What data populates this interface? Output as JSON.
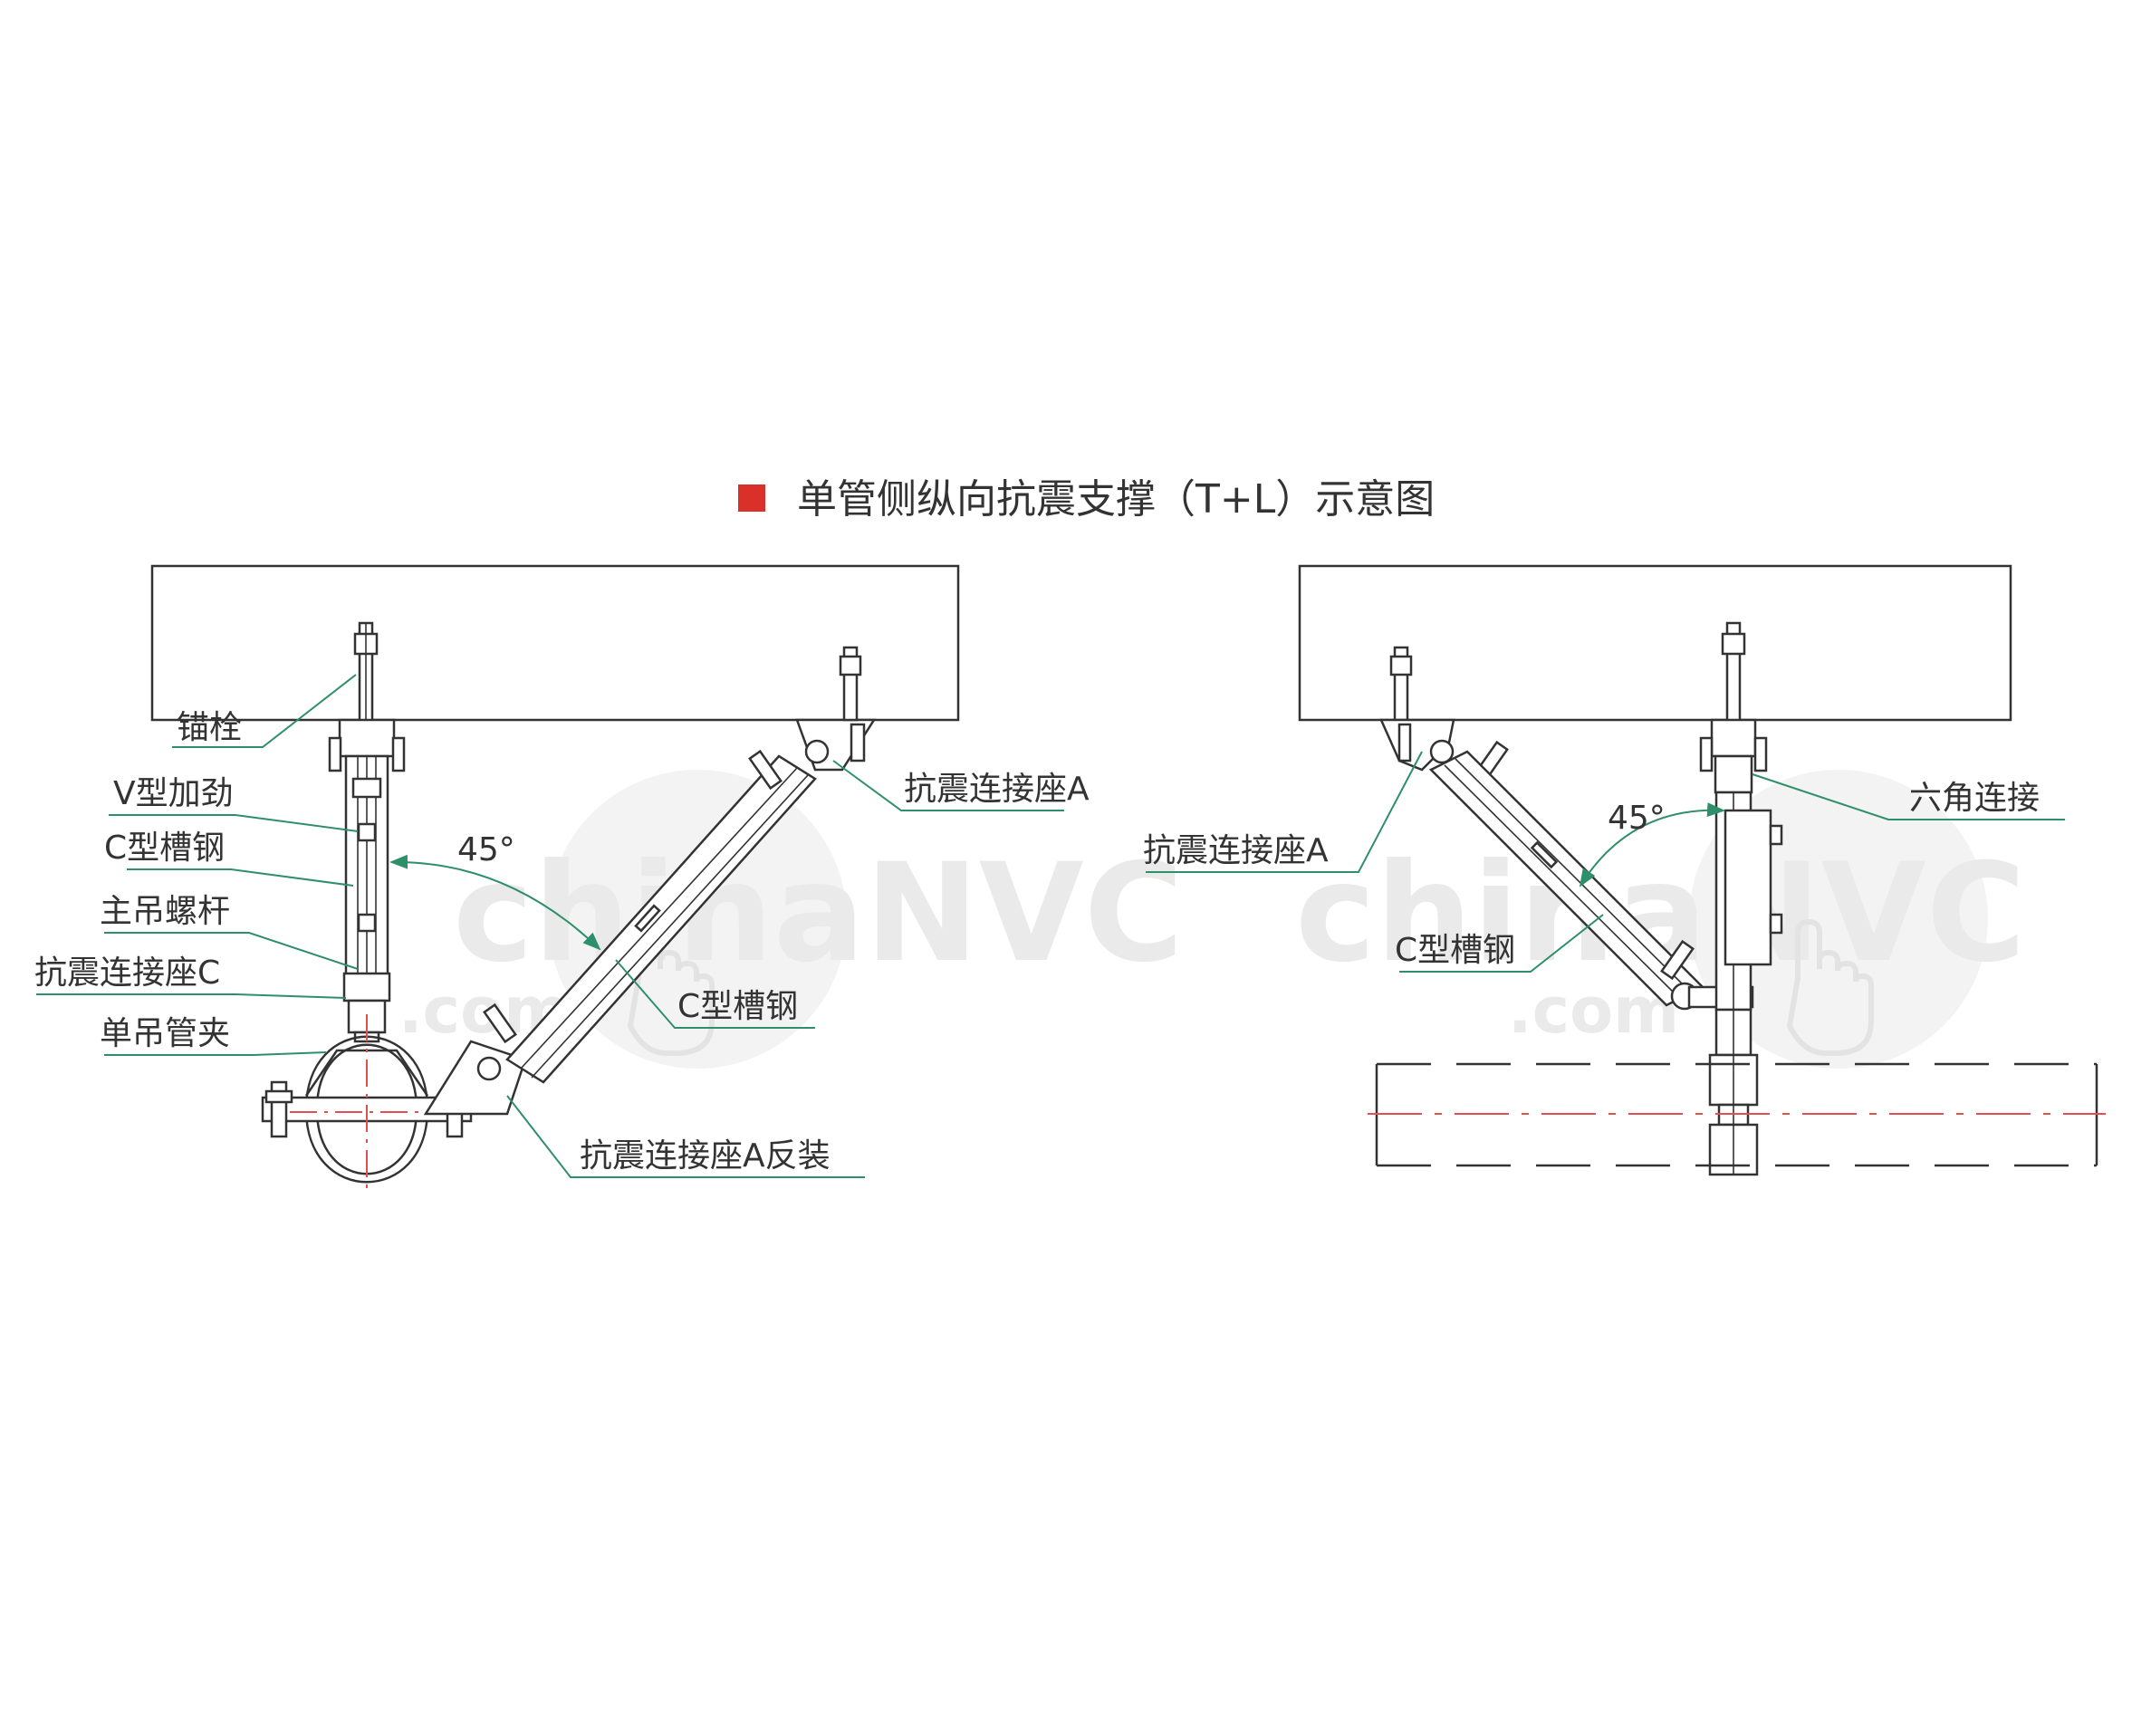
{
  "title": "单管侧纵向抗震支撑（T+L）示意图",
  "colors": {
    "bullet": "#d9302a",
    "leader": "#2f8f6a",
    "centerline": "#e05050",
    "line": "#333333",
    "watermark": "#e8e8e8"
  },
  "watermark": {
    "text": "chinaNVC",
    "sub": ".com",
    "icon": "hand-pointer-icon"
  },
  "left_view": {
    "labels": {
      "anchor_bolt": "锚栓",
      "v_stiffener": "V型加劲",
      "c_channel_left": "C型槽钢",
      "main_rod": "主吊螺杆",
      "seat_c": "抗震连接座C",
      "pipe_clamp": "单吊管夹",
      "seat_a": "抗震连接座A",
      "c_channel_brace": "C型槽钢",
      "seat_a_reverse": "抗震连接座A反装"
    },
    "angle": "45°"
  },
  "right_view": {
    "labels": {
      "hex_connect": "六角连接",
      "seat_a": "抗震连接座A",
      "c_channel": "C型槽钢"
    },
    "angle": "45°"
  }
}
